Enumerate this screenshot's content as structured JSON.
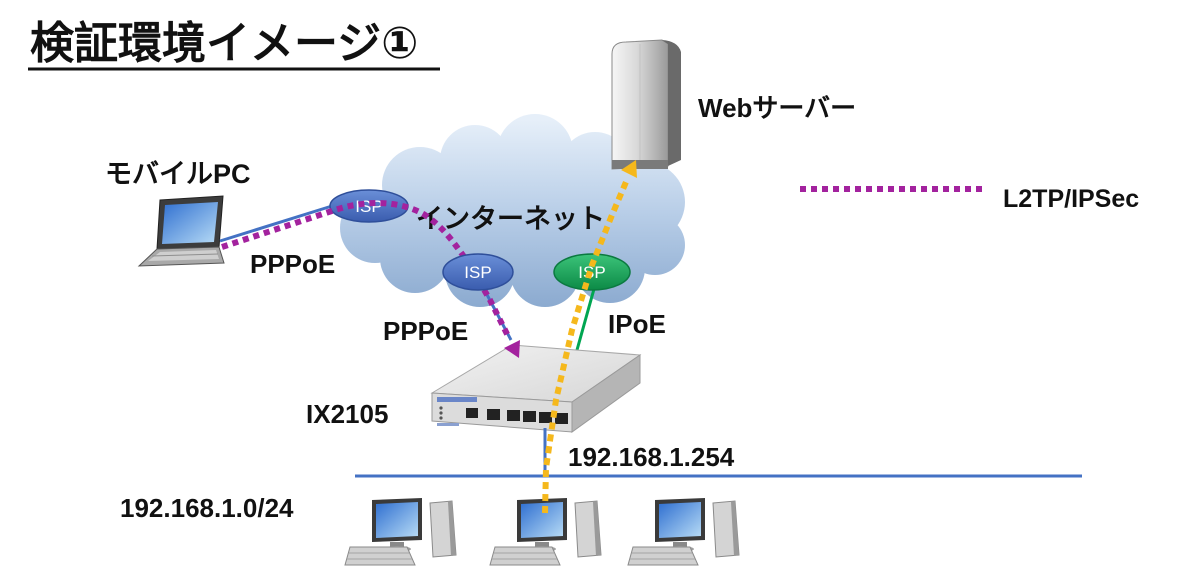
{
  "title": "検証環境イメージ①",
  "labels": {
    "web_server": "Webサーバー",
    "mobile_pc": "モバイルPC",
    "internet": "インターネット",
    "isp_1": "ISP",
    "isp_2": "ISP",
    "isp_3": "ISP",
    "pppoe_mobile": "PPPoE",
    "pppoe_router": "PPPoE",
    "ipoe": "IPoE",
    "router": "IX2105",
    "router_ip": "192.168.1.254",
    "lan": "192.168.1.0/24"
  },
  "legend": {
    "label": "L2TP/IPSec"
  },
  "icons": [
    "web-server-icon",
    "cloud-icon",
    "laptop-icon",
    "router-icon",
    "desktop-pc-icon"
  ],
  "colors": {
    "l2tp_ipsec": "#a3229e",
    "web_traffic": "#f5b81c",
    "pppoe_link": "#4472c4",
    "ipoe_link": "#00a651",
    "lan": "#4472c4",
    "isp_blue": "#4a6fc0",
    "isp_green": "#12a356"
  }
}
